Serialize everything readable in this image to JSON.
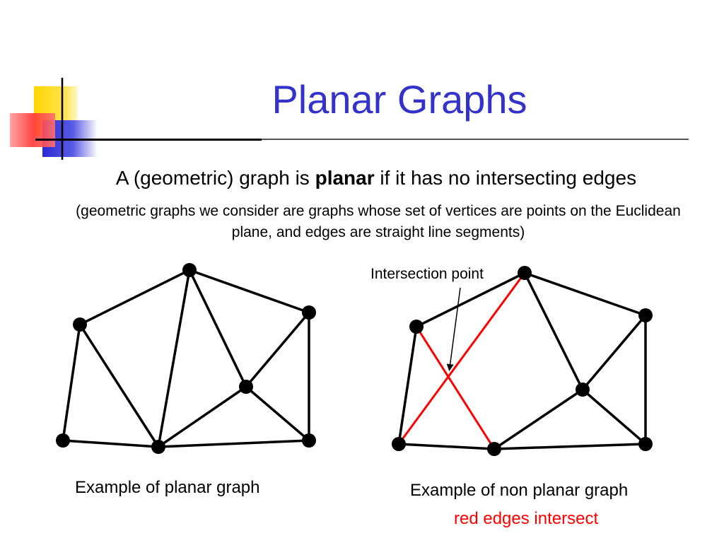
{
  "title": "Planar Graphs",
  "subtitle": {
    "pre": "A (geometric) graph is ",
    "bold": "planar",
    "post": " if it has no intersecting edges"
  },
  "note": "(geometric graphs we consider are graphs whose set of vertices are points on the Euclidean plane, and edges are straight line segments)",
  "annotation": "Intersection point",
  "captions": {
    "planar": "Example of planar graph",
    "nonplanar": "Example of non planar graph",
    "nonplanar_note": "red edges intersect"
  },
  "colors": {
    "title": "#3333cc",
    "edge": "#000000",
    "crossing_edge": "#ff0000",
    "deco_yellow": "#ffd700",
    "deco_blue": "#3333cc",
    "deco_red": "#ff3333"
  }
}
